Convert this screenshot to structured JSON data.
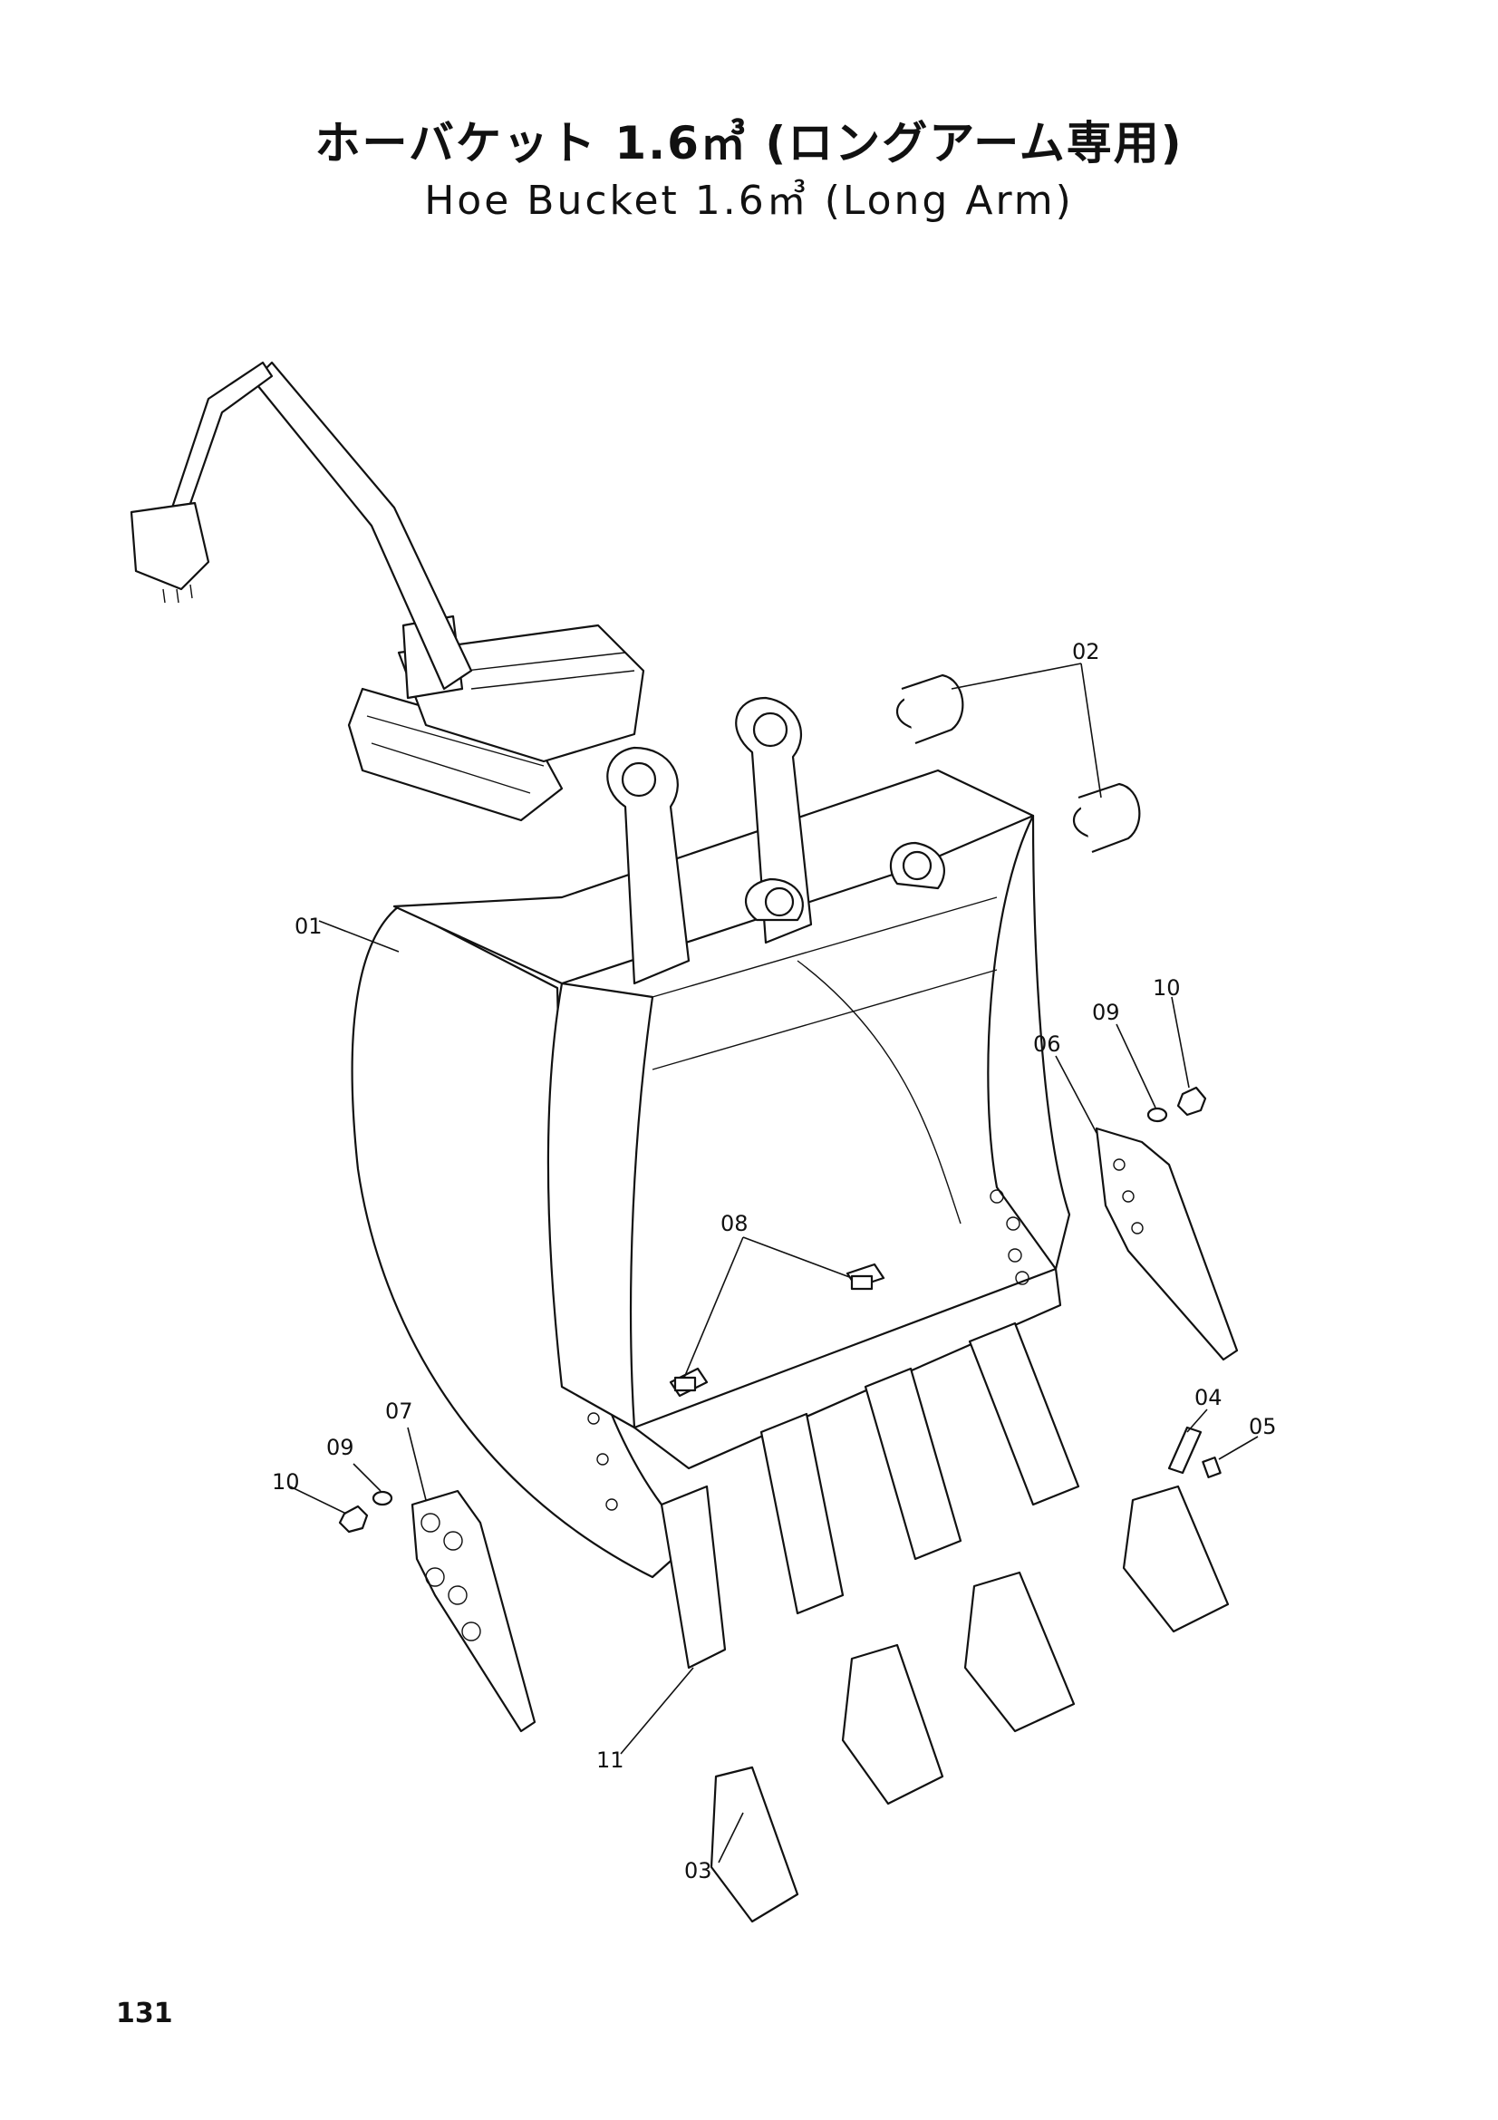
{
  "header": {
    "title_jp": "ホーバケット 1.6㎥ (ロングアーム専用)",
    "title_en": "Hoe Bucket 1.6㎥ (Long Arm)"
  },
  "callouts": [
    "01",
    "02",
    "03",
    "04",
    "05",
    "06",
    "07",
    "08",
    "09",
    "09",
    "10",
    "10",
    "11"
  ],
  "footer": {
    "page_number": "131"
  }
}
